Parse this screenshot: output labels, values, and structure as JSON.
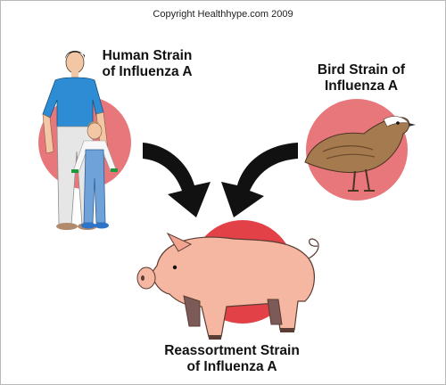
{
  "copyright": "Copyright Healthhype.com 2009",
  "labels": {
    "human": [
      "Human Strain",
      "of Influenza A"
    ],
    "bird": [
      "Bird Strain of",
      "Influenza A"
    ],
    "reassortment": [
      "Reassortment Strain",
      "of Influenza A"
    ]
  },
  "colors": {
    "circle": "#e8777b",
    "circle_strong": "#e24147",
    "arrow": "#111111",
    "pig": "#f6b7a2",
    "pig_outline": "#5b3d33"
  }
}
